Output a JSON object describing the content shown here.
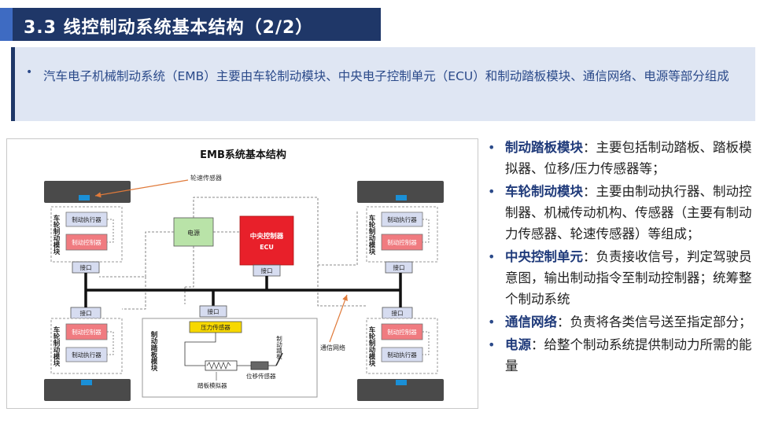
{
  "header": {
    "title": "3.3 线控制动系统基本结构（2/2）"
  },
  "intro": {
    "text": "汽车电子机械制动系统（EMB）主要由车轮制动模块、中央电子控制单元（ECU）和制动踏板模块、通信网络、电源等部分组成"
  },
  "diagram": {
    "title": "EMB系统基本结构",
    "wheel_speed_sensor": "轮速传感器",
    "power": "电源",
    "ecu": "中央控制器",
    "ecu_sub": "ECU",
    "interface": "接口",
    "wheel_module": "车轮制动模块",
    "actuator": "制动执行器",
    "controller": "制动控制器",
    "pedal_module": "制动踏板模块",
    "pressure_sensor": "压力传感器",
    "pedal_simulator": "踏板模拟器",
    "displacement_sensor": "位移传感器",
    "brake_pedal": "制动踏板",
    "network": "通信网络"
  },
  "right_list": [
    {
      "heading": "制动踏板模块",
      "text": "：主要包括制动踏板、踏板模拟器、位移/压力传感器等；"
    },
    {
      "heading": "车轮制动模块",
      "text": "：主要由制动执行器、制动控制器、机械传动机构、传感器（主要有制动力传感器、轮速传感器）等组成；"
    },
    {
      "heading": "中央控制单元",
      "text": "：负责接收信号，判定驾驶员意图，输出制动指令至制动控制器；统筹整个制动系统"
    },
    {
      "heading": "通信网络",
      "text": "：负责将各类信号送至指定部分；"
    },
    {
      "heading": "电源",
      "text": "：给整个制动系统提供制动力所需的能量"
    }
  ],
  "colors": {
    "navy": "#1f3768",
    "accent": "#3e6bc2",
    "ecu_red": "#e8202a",
    "power_green": "#b9e3a8",
    "ctrl_pink": "#f07b80",
    "act_blue": "#d6dcf0",
    "pressure_yellow": "#f7d800",
    "tire": "#4a4a4a",
    "sensor_blue": "#1a8fd6"
  }
}
